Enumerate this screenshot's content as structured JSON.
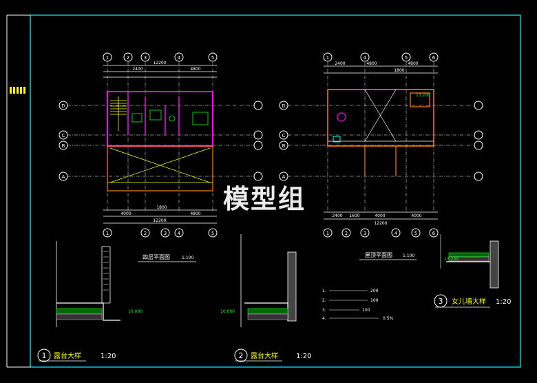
{
  "watermark": "模型组",
  "plans": {
    "fourth_floor": {
      "title": "四层平面图",
      "scale": "1:100",
      "top_total": "12200",
      "top_segments": [
        "2400",
        "4800"
      ],
      "bottom_total": "12200",
      "bottom_segments": [
        "4000",
        "1800",
        "4800"
      ],
      "axes_top": [
        "1",
        "2",
        "3",
        "4",
        "5"
      ],
      "axes_bottom": [
        "1",
        "2",
        "3",
        "4",
        "5"
      ],
      "axes_side": [
        "D",
        "C",
        "B",
        "A"
      ]
    },
    "roof": {
      "title": "屋顶平面图",
      "scale": "1:100",
      "top_segments": [
        "2400",
        "4800",
        "4800",
        "1800"
      ],
      "bottom_segments": [
        "2400",
        "1600",
        "4000",
        "4000"
      ],
      "bottom_total": "12200",
      "axes_top": [
        "1",
        "4",
        "5",
        "6"
      ],
      "axes_bottom": [
        "1",
        "2",
        "3",
        "4",
        "5",
        "6"
      ],
      "axes_side": [
        "D",
        "C",
        "B",
        "A"
      ],
      "elevation": "13.200"
    }
  },
  "details": [
    {
      "num": "1",
      "title": "露台大样",
      "scale": "1:20",
      "elevation": "10.000"
    },
    {
      "num": "2",
      "title": "露台大样",
      "scale": "1:20",
      "elevation": "10.000"
    },
    {
      "num": "3",
      "title": "女儿墙大样",
      "scale": "1:20",
      "elevation": "13.200"
    }
  ],
  "notes": {
    "n1": "1.",
    "n2": "2.",
    "n3": "3.",
    "n4": "4.",
    "v1": "200",
    "v2": "100",
    "v3": "100",
    "v4": "0.5%"
  },
  "colors": {
    "frame": "#00ffff",
    "wall": "#ff00ff",
    "room": "#ff8000",
    "dim": "#ffffff",
    "text": "#ffff00",
    "green": "#00ff00"
  }
}
